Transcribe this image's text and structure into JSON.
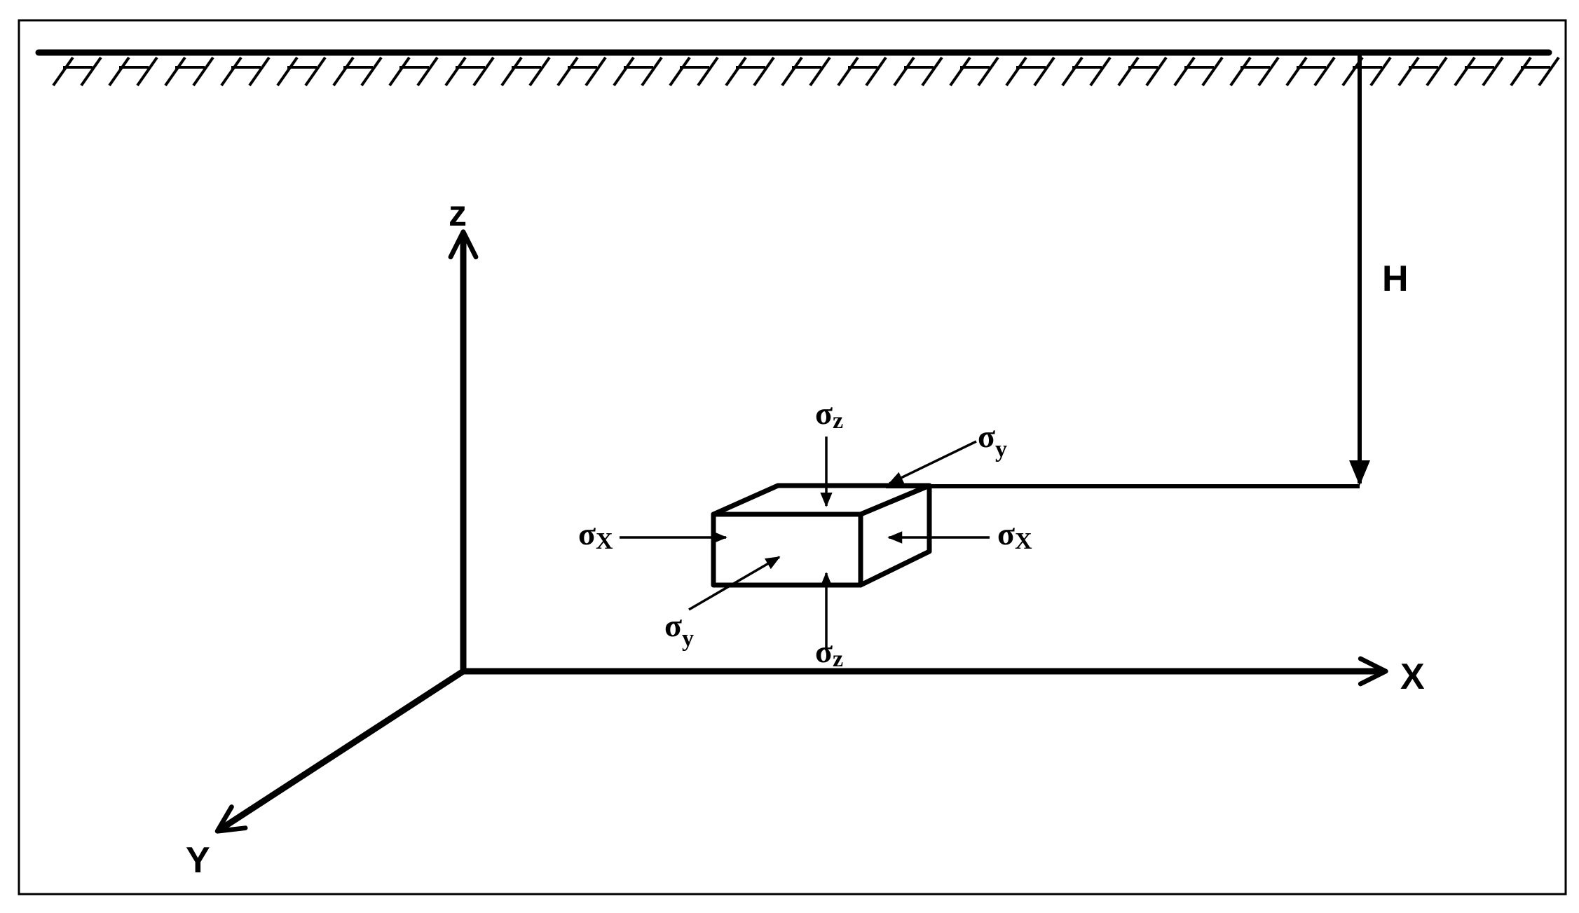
{
  "labels": {
    "z_axis": "z",
    "x_axis": "X",
    "y_axis": "Y",
    "depth": "H"
  },
  "stresses": {
    "symbol": "σ",
    "top_z_sub": "z",
    "bottom_z_sub": "z",
    "left_x_sub": "X",
    "right_x_sub": "X",
    "top_y_sub": "y",
    "bottom_y_sub": "y"
  },
  "colors": {
    "line": "#000000",
    "background": "#ffffff"
  }
}
